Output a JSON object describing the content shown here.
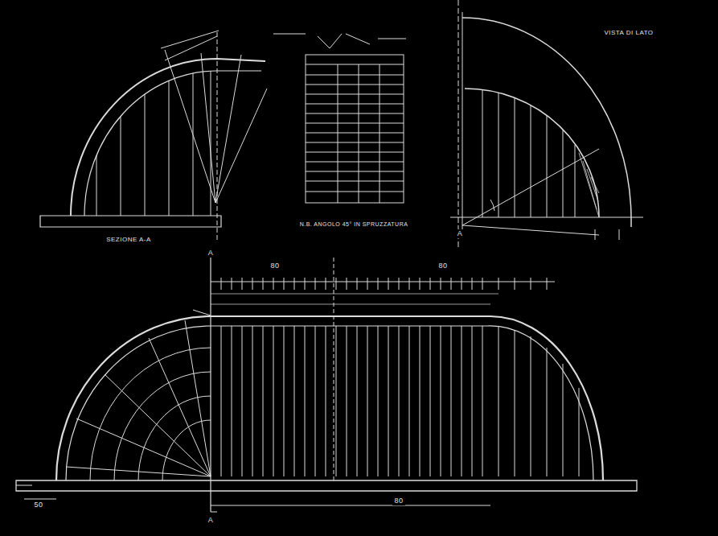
{
  "diagram": {
    "labels": [
      "SEZIONE A-A",
      "VISTA DI LATO",
      "N.B. ANGOLO 45° IN SPRUZZATURA",
      "80",
      "80",
      "50",
      "80",
      "A",
      "A",
      "A"
    ]
  }
}
